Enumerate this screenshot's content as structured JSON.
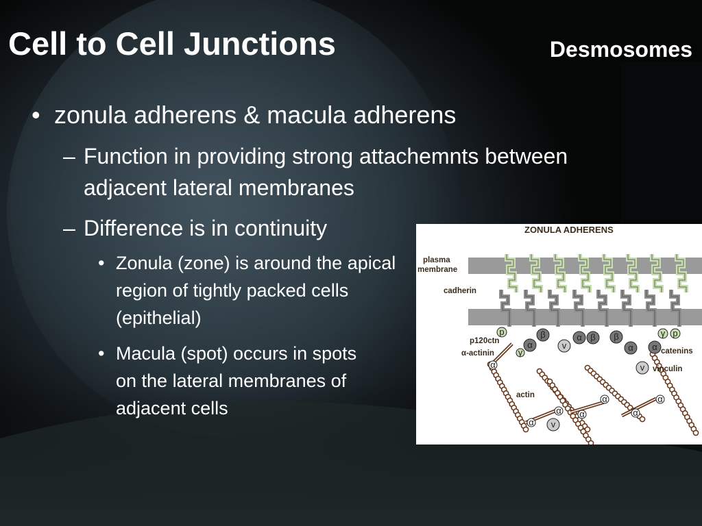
{
  "slide": {
    "title": "Cell to Cell Junctions",
    "subtitle": "Desmosomes",
    "bullets": {
      "l1": "zonula adherens & macula adherens",
      "l2a": "Function in providing strong attachemnts between adjacent lateral membranes",
      "l2b": "Difference is in continuity",
      "l3a": "Zonula (zone) is around the apical region of tightly packed cells (epithelial)",
      "l3b": "Macula (spot) occurs in spots on the lateral membranes of adjacent cells"
    },
    "markers": {
      "l1": "•",
      "l2": "–",
      "l3": "•"
    }
  },
  "figure": {
    "title": "ZONULA ADHERENS",
    "labels": {
      "plasma": "plasma",
      "membrane": "membrane",
      "cadherin": "cadherin",
      "p120ctn": "p120ctn",
      "alpha_actinin": "α-actinin",
      "actin": "actin",
      "catenins": "catenins",
      "vinculin": "vinculin"
    },
    "symbols": {
      "alpha": "α",
      "beta": "β",
      "gamma": "γ",
      "p": "p",
      "v": "v"
    },
    "colors": {
      "membrane": "#9a9a9a",
      "cadherin_out": "#c9dfb3",
      "cadherin_in": "#8f8f8f",
      "actin": "#6b3a1e",
      "label": "#3a2a1a"
    }
  }
}
